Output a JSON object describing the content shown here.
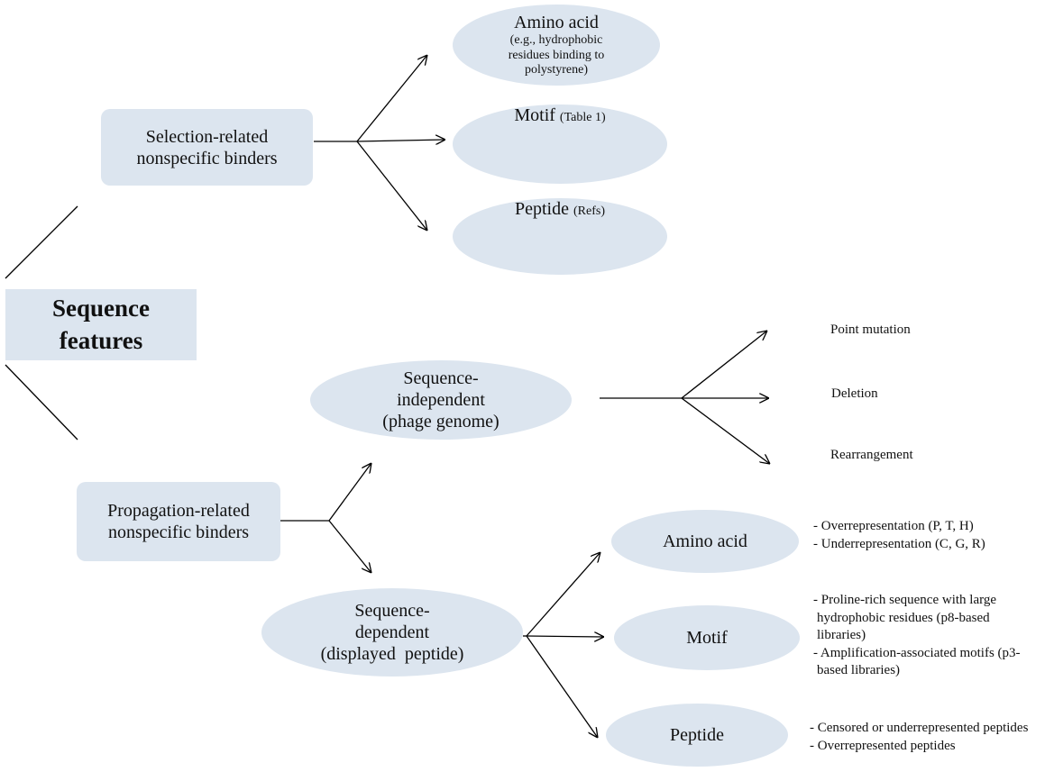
{
  "root": {
    "line1": "Sequence",
    "line2": "features"
  },
  "selection": {
    "label_line1": "Selection-related",
    "label_line2": "nonspecific binders",
    "amino_acid": {
      "title": "Amino acid",
      "sub1": "(e.g., hydrophobic",
      "sub2": "residues binding to",
      "sub3": "polystyrene)"
    },
    "motif": {
      "title": "Motif",
      "ref": "(Table 1)"
    },
    "peptide": {
      "title": "Peptide",
      "ref": "(Refs)"
    }
  },
  "propagation": {
    "label_line1": "Propagation-related",
    "label_line2": "nonspecific binders",
    "independent": {
      "line1": "Sequence-",
      "line2": "independent",
      "line3": "(phage genome)",
      "leaves": [
        "Point mutation",
        "Deletion",
        "Rearrangement"
      ]
    },
    "dependent": {
      "line1": "Sequence-",
      "line2": "dependent",
      "line3": "(displayed  peptide)",
      "amino_acid": {
        "title": "Amino acid",
        "notes": [
          "- Overrepresentation (P, T, H)",
          "- Underrepresentation (C, G, R)"
        ]
      },
      "motif": {
        "title": "Motif",
        "notes": [
          "- Proline-rich sequence with large",
          "hydrophobic residues (p8-based",
          "libraries)",
          "- Amplification-associated motifs (p3-",
          "based libraries)"
        ]
      },
      "peptide": {
        "title": "Peptide",
        "notes": [
          "- Censored or underrepresented peptides",
          "- Overrepresented peptides"
        ]
      }
    }
  }
}
